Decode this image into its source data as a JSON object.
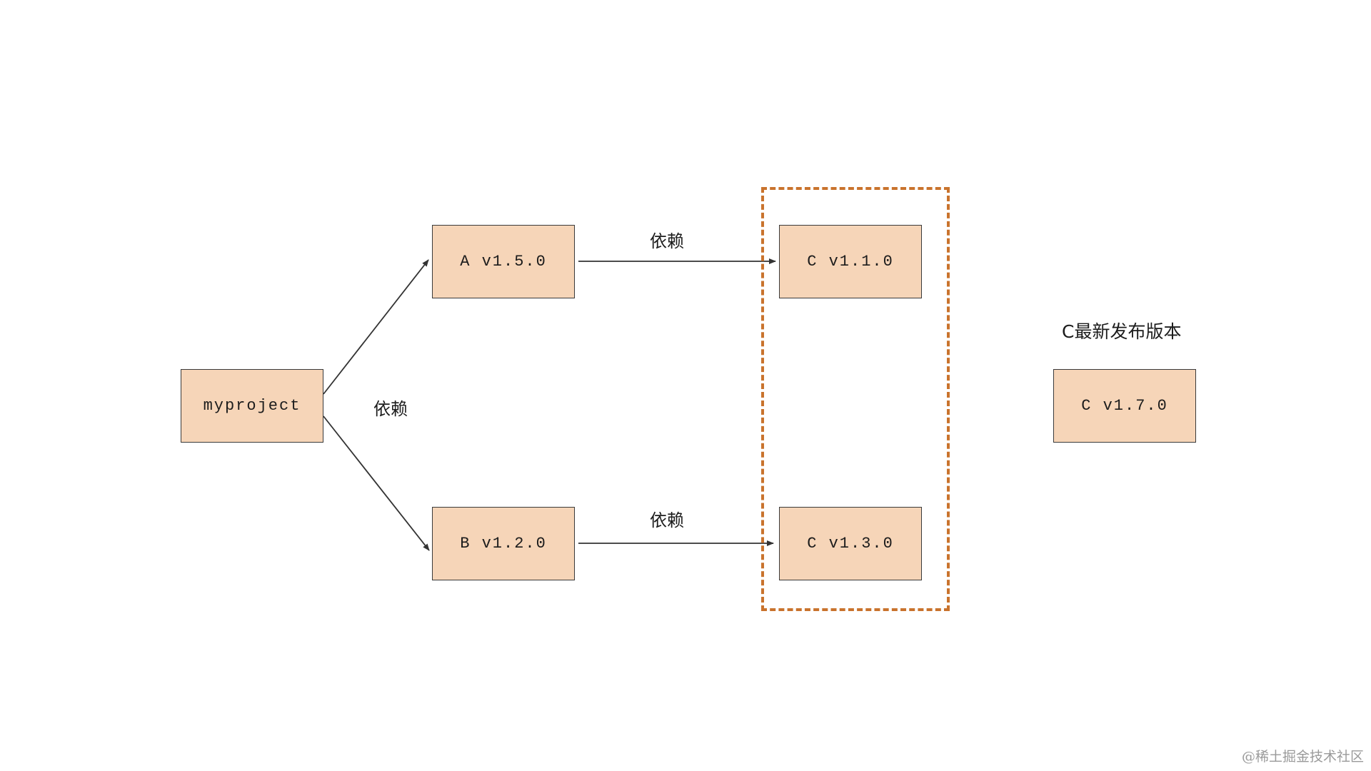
{
  "nodes": {
    "myproject": "myproject",
    "a": "A v1.5.0",
    "b": "B v1.2.0",
    "c110": "C v1.1.0",
    "c130": "C v1.3.0",
    "c170": "C v1.7.0"
  },
  "labels": {
    "root_edge": "依赖",
    "a_to_c": "依赖",
    "b_to_c": "依赖"
  },
  "latest_title": "C最新发布版本",
  "watermark": "@稀土掘金技术社区",
  "colors": {
    "node_fill": "#f6d5b8",
    "node_border": "#3a3a3a",
    "highlight_dashed": "#c9732d",
    "edge": "#333333"
  }
}
